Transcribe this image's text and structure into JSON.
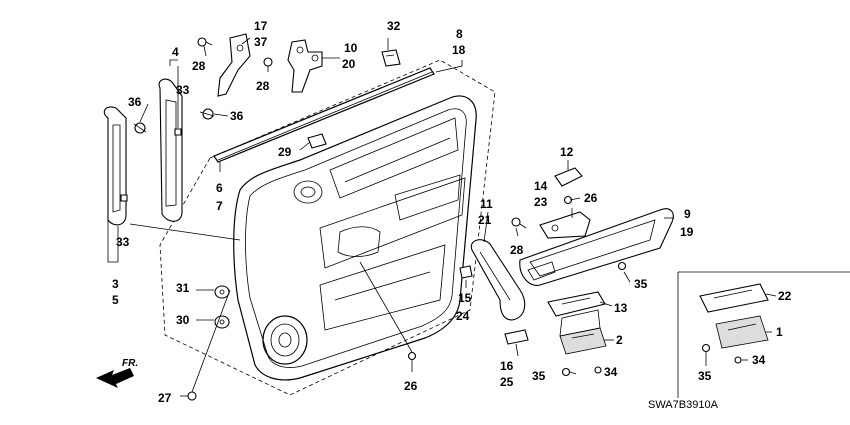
{
  "callouts": [
    {
      "id": "c17",
      "text": "17"
    },
    {
      "id": "c37",
      "text": "37"
    },
    {
      "id": "c32",
      "text": "32"
    },
    {
      "id": "c8",
      "text": "8"
    },
    {
      "id": "c18",
      "text": "18"
    },
    {
      "id": "c4",
      "text": "4"
    },
    {
      "id": "c33a",
      "text": "33"
    },
    {
      "id": "c28a",
      "text": "28"
    },
    {
      "id": "c10",
      "text": "10"
    },
    {
      "id": "c20",
      "text": "20"
    },
    {
      "id": "c28b",
      "text": "28"
    },
    {
      "id": "c36a",
      "text": "36"
    },
    {
      "id": "c36b",
      "text": "36"
    },
    {
      "id": "c29",
      "text": "29"
    },
    {
      "id": "c6",
      "text": "6"
    },
    {
      "id": "c7",
      "text": "7"
    },
    {
      "id": "c12",
      "text": "12"
    },
    {
      "id": "c14",
      "text": "14"
    },
    {
      "id": "c26a",
      "text": "26"
    },
    {
      "id": "c23",
      "text": "23"
    },
    {
      "id": "c9",
      "text": "9"
    },
    {
      "id": "c19",
      "text": "19"
    },
    {
      "id": "c11",
      "text": "11"
    },
    {
      "id": "c21",
      "text": "21"
    },
    {
      "id": "c28c",
      "text": "28"
    },
    {
      "id": "c33b",
      "text": "33"
    },
    {
      "id": "c3",
      "text": "3"
    },
    {
      "id": "c5",
      "text": "5"
    },
    {
      "id": "c31",
      "text": "31"
    },
    {
      "id": "c30",
      "text": "30"
    },
    {
      "id": "c15",
      "text": "15"
    },
    {
      "id": "c24",
      "text": "24"
    },
    {
      "id": "c35a",
      "text": "35"
    },
    {
      "id": "c13",
      "text": "13"
    },
    {
      "id": "c22",
      "text": "22"
    },
    {
      "id": "c1",
      "text": "1"
    },
    {
      "id": "c2",
      "text": "2"
    },
    {
      "id": "c16",
      "text": "16"
    },
    {
      "id": "c25",
      "text": "25"
    },
    {
      "id": "c35b",
      "text": "35"
    },
    {
      "id": "c34a",
      "text": "34"
    },
    {
      "id": "c34b",
      "text": "34"
    },
    {
      "id": "c35c",
      "text": "35"
    },
    {
      "id": "c27",
      "text": "27"
    },
    {
      "id": "c26b",
      "text": "26"
    }
  ],
  "direction_label": "FR.",
  "diagram_code": "SWA7B3910A"
}
